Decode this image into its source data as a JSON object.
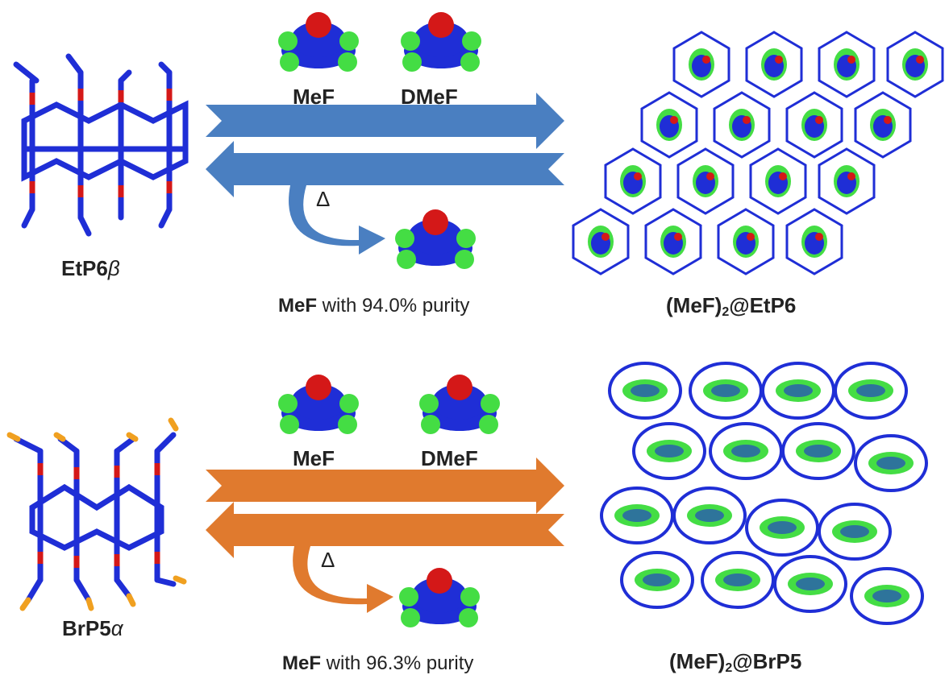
{
  "colors": {
    "blue_arrow": "#4a7fc1",
    "orange_arrow": "#e07a2e",
    "molecule_blue": "#1f2ed6",
    "molecule_red": "#d41818",
    "molecule_green": "#44dd44",
    "bromine_orange": "#f0a020"
  },
  "top": {
    "host_label": "EtP6",
    "host_suffix": "β",
    "guest1_label": "MeF",
    "guest2_label": "DMeF",
    "delta": "Δ",
    "product_bold": "MeF",
    "product_rest": " with 94.0% purity",
    "complex_pre": "(MeF)",
    "complex_sub": "2",
    "complex_post": "@EtP6"
  },
  "bottom": {
    "host_label": "BrP5",
    "host_suffix": "α",
    "guest1_label": "MeF",
    "guest2_label": "DMeF",
    "delta": "Δ",
    "product_bold": "MeF",
    "product_rest": " with 96.3% purity",
    "complex_pre": "(MeF)",
    "complex_sub": "2",
    "complex_post": "@BrP5"
  }
}
